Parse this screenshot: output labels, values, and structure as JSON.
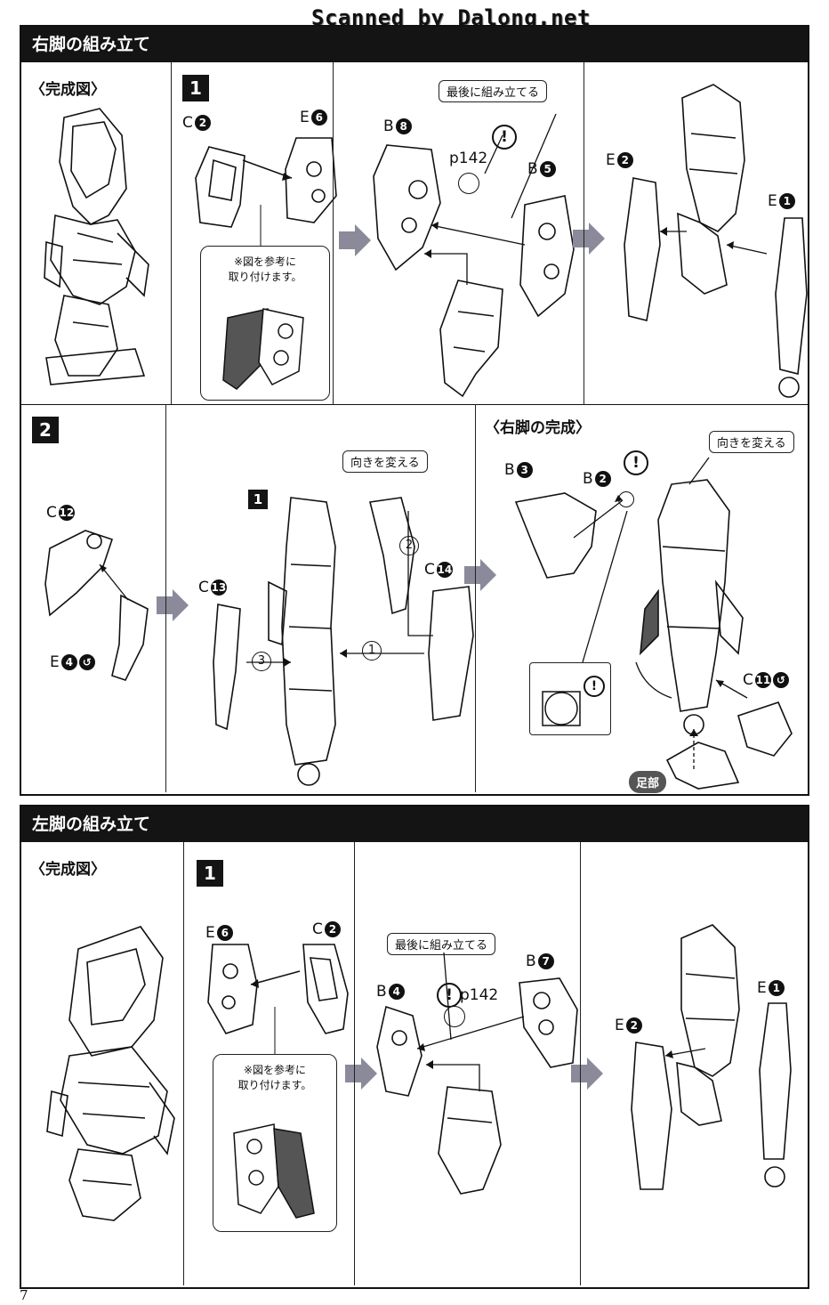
{
  "watermark": "Scanned by Dalong.net",
  "page_number": "7",
  "right_leg": {
    "header": "右脚の組み立て",
    "completed_title": "〈完成図〉",
    "step1": {
      "number": "1",
      "part_c2": "C",
      "part_c2_num": "2",
      "part_e6": "E",
      "part_e6_num": "6",
      "note": "※図を参考に\n取り付けます。",
      "part_b8": "B",
      "part_b8_num": "8",
      "callout_last": "最後に組み立てる",
      "ref_page": "p142",
      "part_b5": "B",
      "part_b5_num": "5",
      "part_e2": "E",
      "part_e2_num": "2",
      "part_e1": "E",
      "part_e1_num": "1"
    },
    "step2": {
      "number": "2",
      "part_c12": "C",
      "part_c12_num": "12",
      "part_e4": "E",
      "part_e4_num": "4",
      "part_c13": "C",
      "part_c13_num": "13",
      "ref_step": "1",
      "callout_turn": "向きを変える",
      "part_c14": "C",
      "part_c14_num": "14",
      "order_1": "1",
      "order_2": "2",
      "order_3": "3"
    },
    "finish": {
      "title": "〈右脚の完成〉",
      "part_b3": "B",
      "part_b3_num": "3",
      "part_b2": "B",
      "part_b2_num": "2",
      "callout_turn": "向きを変える",
      "part_c11": "C",
      "part_c11_num": "11",
      "foot_label": "足部"
    }
  },
  "left_leg": {
    "header": "左脚の組み立て",
    "completed_title": "〈完成図〉",
    "step1": {
      "number": "1",
      "part_e6": "E",
      "part_e6_num": "6",
      "part_c2": "C",
      "part_c2_num": "2",
      "note": "※図を参考に\n取り付けます。",
      "callout_last": "最後に組み立てる",
      "part_b7": "B",
      "part_b7_num": "7",
      "part_b4": "B",
      "part_b4_num": "4",
      "ref_page": "p142",
      "part_e1": "E",
      "part_e1_num": "1",
      "part_e2": "E",
      "part_e2_num": "2"
    }
  },
  "warning_symbol": "!"
}
